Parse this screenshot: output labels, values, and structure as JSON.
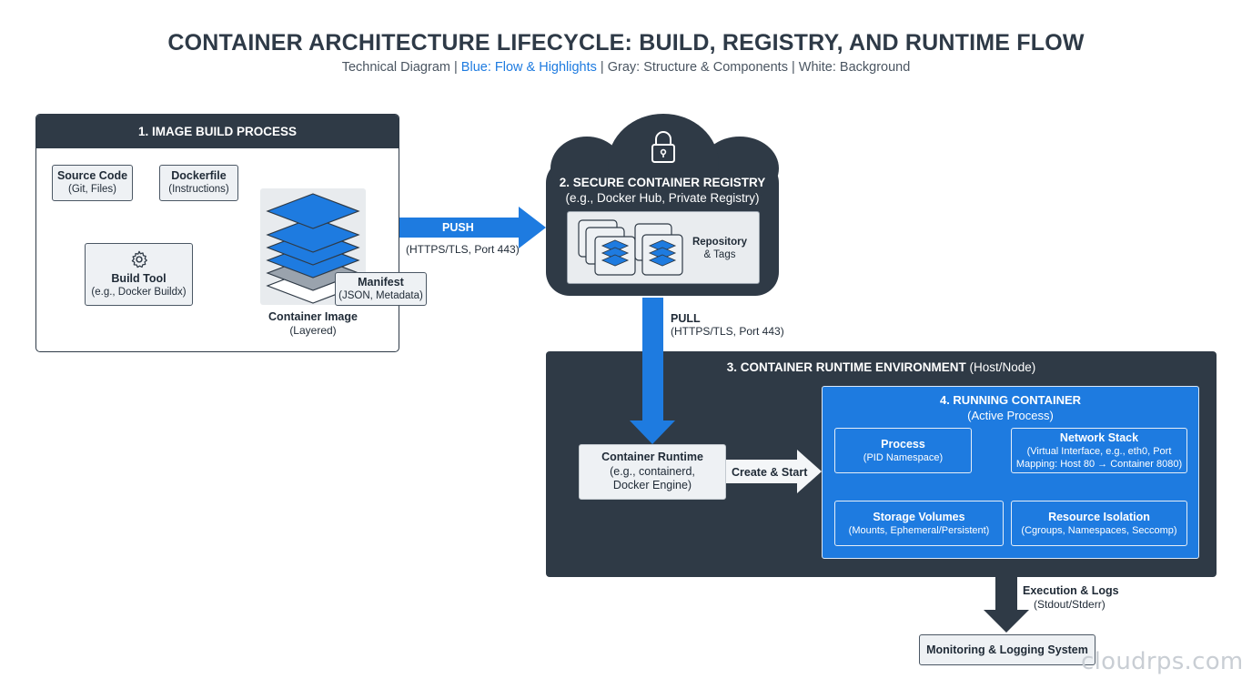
{
  "header": {
    "title": "CONTAINER ARCHITECTURE LIFECYCLE: BUILD, REGISTRY, AND RUNTIME FLOW",
    "subtitle_part1": "Technical Diagram | ",
    "subtitle_blue": "Blue: Flow & Highlights",
    "subtitle_part2": " | Gray: Structure & Components | White: Background"
  },
  "build": {
    "title": "1. IMAGE BUILD PROCESS",
    "source_code": "Source Code",
    "source_code_sub": "(Git, Files)",
    "dockerfile": "Dockerfile",
    "dockerfile_sub": "(Instructions)",
    "build_tool": "Build Tool",
    "build_tool_sub": "(e.g., Docker Buildx)",
    "manifest": "Manifest",
    "manifest_sub": "(JSON, Metadata)",
    "image": "Container Image",
    "image_sub": "(Layered)"
  },
  "push": {
    "label": "PUSH",
    "sub": "(HTTPS/TLS, Port 443)"
  },
  "registry": {
    "title": "2. SECURE CONTAINER REGISTRY",
    "sub": "(e.g., Docker Hub, Private Registry)",
    "repo": "Repository",
    "tags": "& Tags"
  },
  "pull": {
    "label": "PULL",
    "sub": "(HTTPS/TLS, Port 443)"
  },
  "runtime_env": {
    "title": "3. CONTAINER RUNTIME ENVIRONMENT",
    "title_suffix": " (Host/Node)",
    "runtime": "Container Runtime",
    "runtime_sub1": "(e.g., containerd,",
    "runtime_sub2": "Docker Engine)",
    "create_start": "Create & Start"
  },
  "running": {
    "title": "4. RUNNING CONTAINER",
    "sub": "(Active Process)",
    "process": "Process",
    "process_sub": "(PID Namespace)",
    "network": "Network Stack",
    "network_sub1": "(Virtual Interface, e.g., eth0, Port",
    "network_sub2": "Mapping: Host 80 → Container 8080)",
    "storage": "Storage Volumes",
    "storage_sub": "(Mounts, Ephemeral/Persistent)",
    "resource": "Resource Isolation",
    "resource_sub": "(Cgroups, Namespaces, Seccomp)"
  },
  "exec": {
    "label": "Execution & Logs",
    "sub": "(Stdout/Stderr)"
  },
  "monitoring": "Monitoring & Logging System",
  "watermark": "cloudrps.com",
  "colors": {
    "dark": "#2f3a46",
    "blue": "#1e7be0",
    "light_gray": "#eef1f4"
  },
  "icons": [
    "gear-icon",
    "lock-icon",
    "layer-stack-icon"
  ]
}
